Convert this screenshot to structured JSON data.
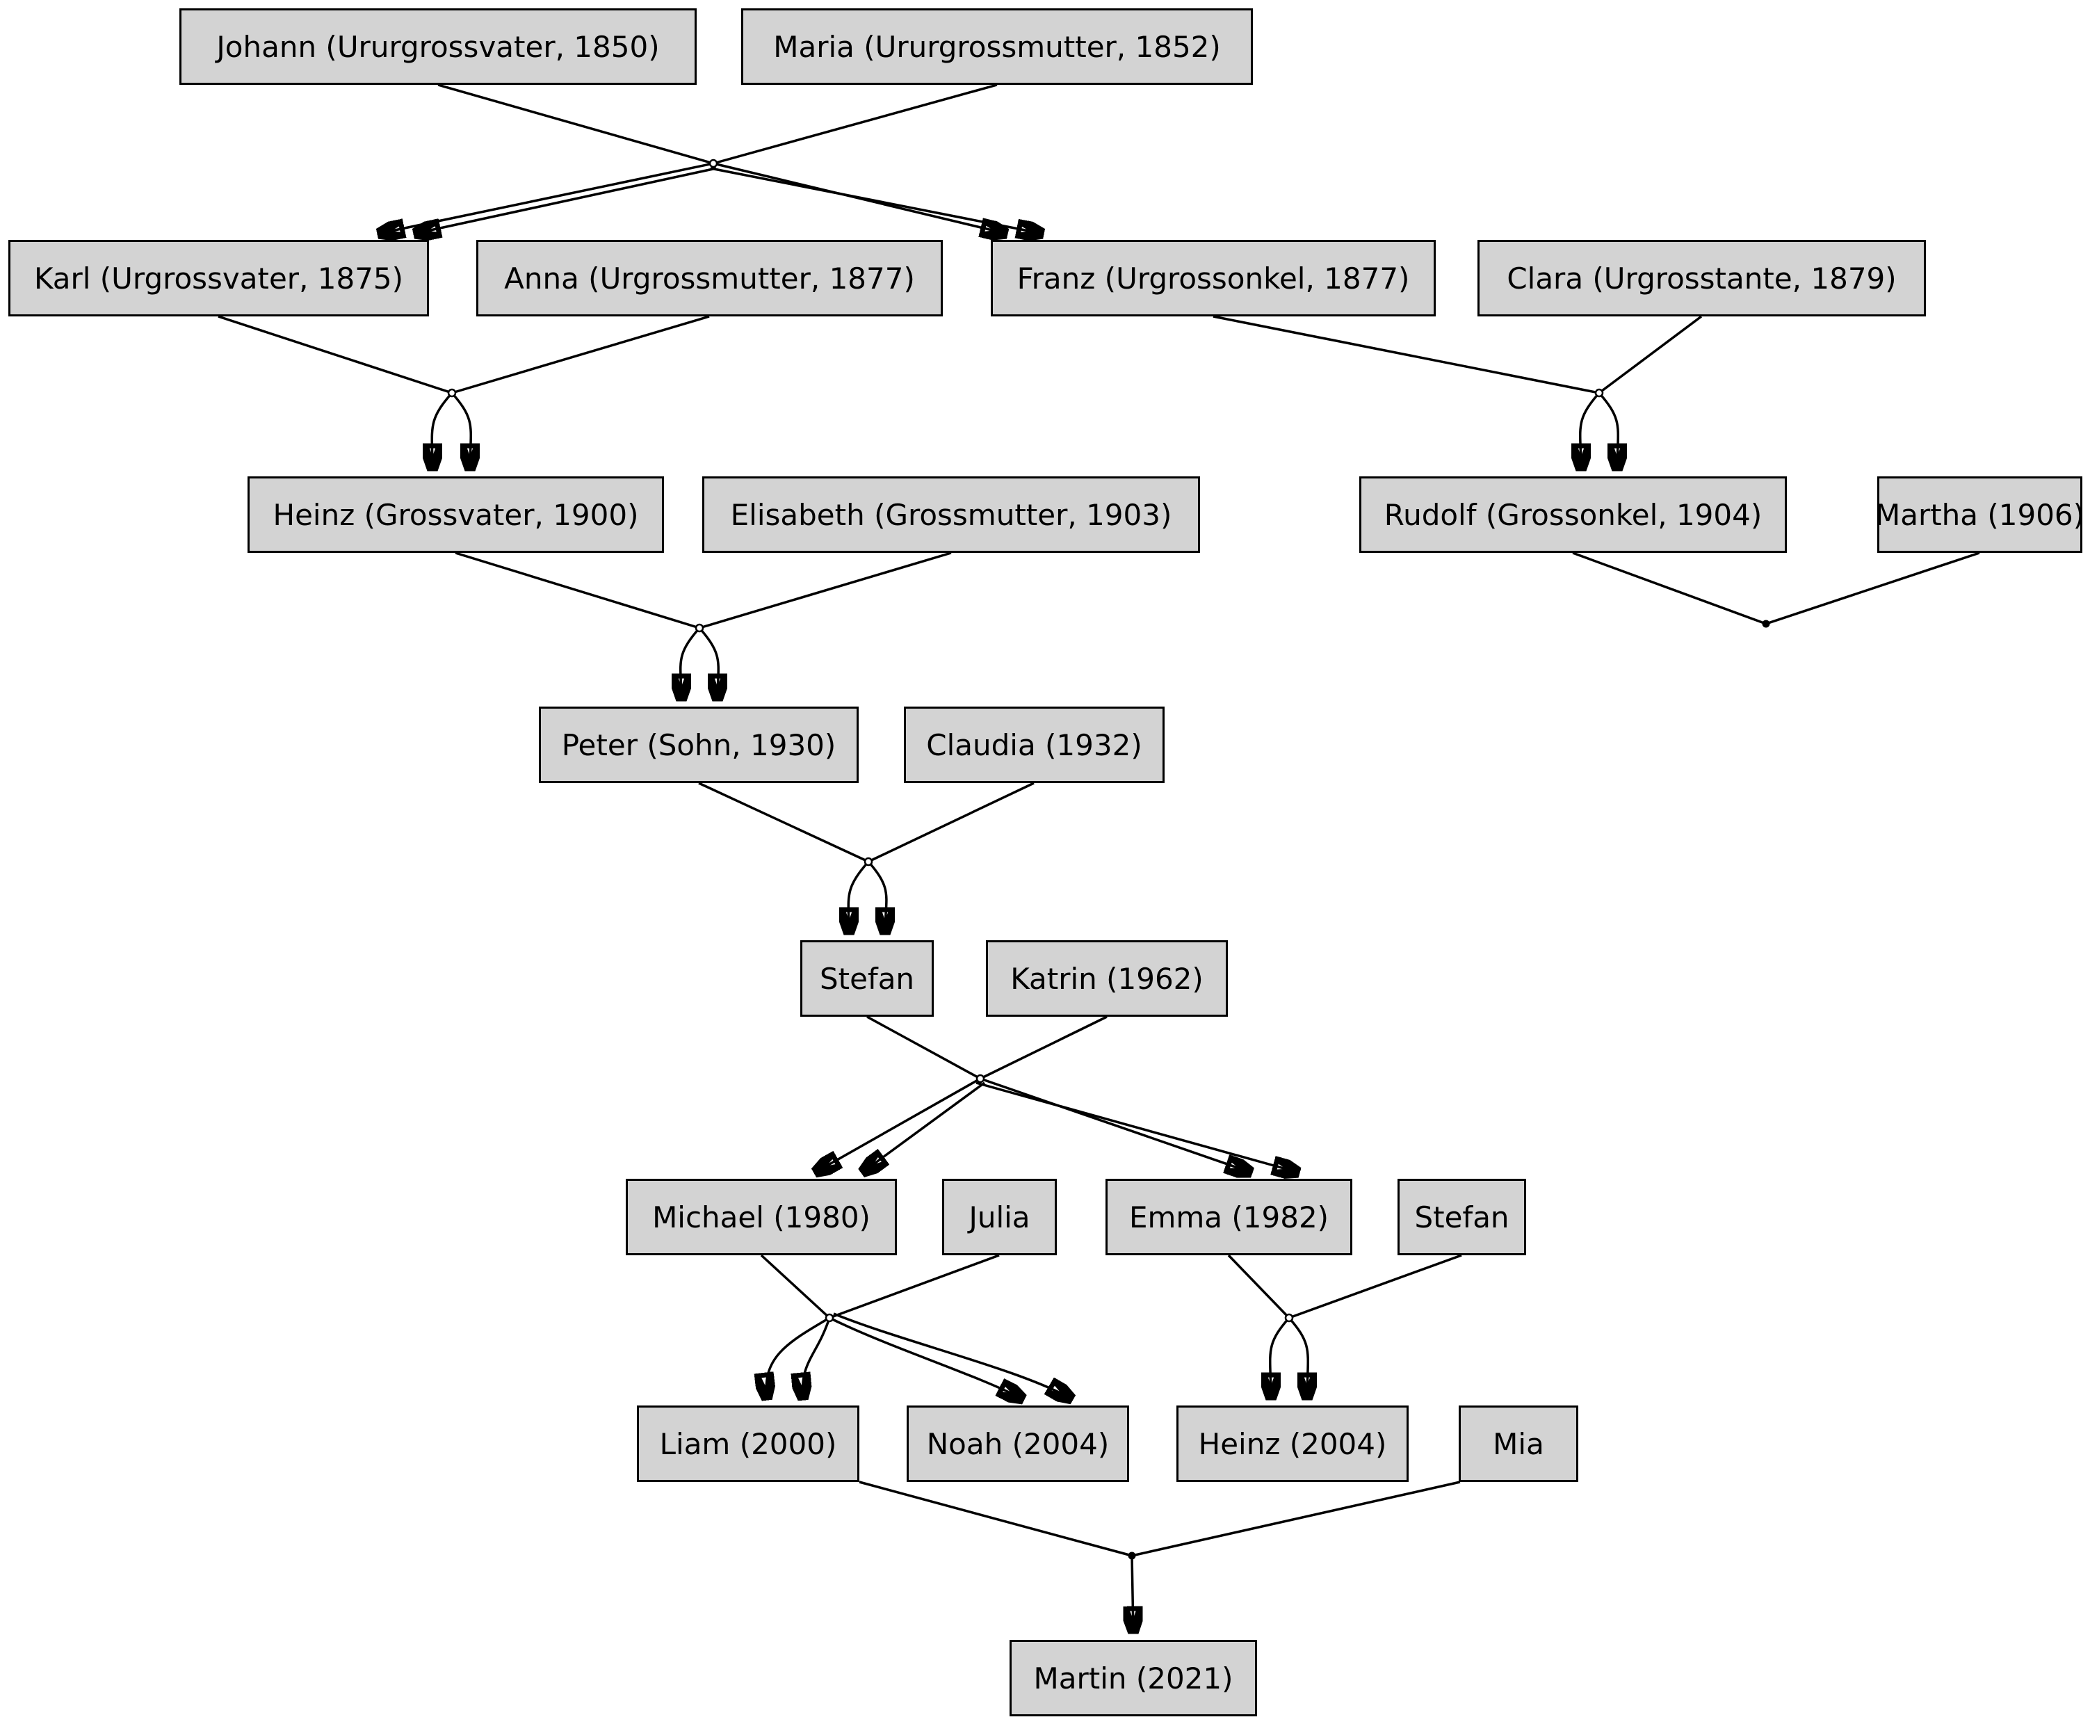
{
  "diagram": {
    "type": "family-tree",
    "background_color": "#ffffff",
    "node_fill_color": "#d3d3d3",
    "node_border_color": "#000000",
    "edge_color": "#000000"
  },
  "people": {
    "johann": {
      "label": "Johann (Ururgrossvater, 1850)"
    },
    "maria": {
      "label": "Maria (Ururgrossmutter, 1852)"
    },
    "karl": {
      "label": "Karl (Urgrossvater, 1875)"
    },
    "anna": {
      "label": "Anna (Urgrossmutter, 1877)"
    },
    "franz": {
      "label": "Franz (Urgrossonkel, 1877)"
    },
    "clara": {
      "label": "Clara (Urgrosstante, 1879)"
    },
    "heinz": {
      "label": "Heinz (Grossvater, 1900)"
    },
    "elisabeth": {
      "label": "Elisabeth (Grossmutter, 1903)"
    },
    "rudolf": {
      "label": "Rudolf (Grossonkel, 1904)"
    },
    "martha": {
      "label": "Martha (1906)"
    },
    "peter": {
      "label": "Peter (Sohn, 1930)"
    },
    "claudia": {
      "label": "Claudia (1932)"
    },
    "stefan": {
      "label": "Stefan"
    },
    "katrin": {
      "label": "Katrin (1962)"
    },
    "michael": {
      "label": "Michael (1980)"
    },
    "julia": {
      "label": "Julia"
    },
    "emma": {
      "label": "Emma (1982)"
    },
    "stefan2": {
      "label": "Stefan"
    },
    "liam": {
      "label": "Liam (2000)"
    },
    "noah": {
      "label": "Noah (2004)"
    },
    "heinz2": {
      "label": "Heinz (2004)"
    },
    "mia": {
      "label": "Mia"
    },
    "martin": {
      "label": "Martin (2021)"
    }
  },
  "families": [
    {
      "parents": [
        "Johann (Ururgrossvater, 1850)",
        "Maria (Ururgrossmutter, 1852)"
      ],
      "children": [
        "Karl (Urgrossvater, 1875)",
        "Franz (Urgrossonkel, 1877)"
      ]
    },
    {
      "parents": [
        "Karl (Urgrossvater, 1875)",
        "Anna (Urgrossmutter, 1877)"
      ],
      "children": [
        "Heinz (Grossvater, 1900)"
      ]
    },
    {
      "parents": [
        "Franz (Urgrossonkel, 1877)",
        "Clara (Urgrosstante, 1879)"
      ],
      "children": [
        "Rudolf (Grossonkel, 1904)"
      ]
    },
    {
      "parents": [
        "Heinz (Grossvater, 1900)",
        "Elisabeth (Grossmutter, 1903)"
      ],
      "children": [
        "Peter (Sohn, 1930)"
      ]
    },
    {
      "parents": [
        "Rudolf (Grossonkel, 1904)",
        "Martha (1906)"
      ],
      "children": []
    },
    {
      "parents": [
        "Peter (Sohn, 1930)",
        "Claudia (1932)"
      ],
      "children": [
        "Stefan"
      ]
    },
    {
      "parents": [
        "Stefan",
        "Katrin (1962)"
      ],
      "children": [
        "Michael (1980)",
        "Emma (1982)"
      ]
    },
    {
      "parents": [
        "Michael (1980)",
        "Julia"
      ],
      "children": [
        "Liam (2000)",
        "Noah (2004)"
      ]
    },
    {
      "parents": [
        "Emma (1982)",
        "Stefan"
      ],
      "children": [
        "Heinz (2004)"
      ]
    },
    {
      "parents": [
        "Liam (2000)",
        "Mia"
      ],
      "children": [
        "Martin (2021)"
      ]
    }
  ]
}
